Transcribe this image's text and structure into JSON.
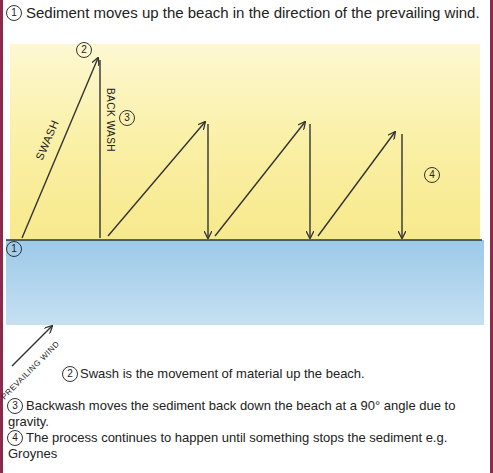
{
  "diagram": {
    "nodes": [
      {
        "text": [
          "1"
        ]
      },
      {
        "text": [
          "2"
        ]
      },
      {
        "text": [
          "3"
        ]
      },
      {
        "text": [
          "4"
        ]
      },
      {
        "text": [
          "1"
        ]
      },
      {
        "text": [
          "2"
        ]
      },
      {
        "text": [
          "3"
        ]
      },
      {
        "text": [
          "4"
        ]
      }
    ],
    "labels": [
      "Sediment moves up the beach in the direction of the prevailing wind.",
      "SWASH",
      "BACK WASH",
      "PREVAILING WIND",
      "Swash is the movement of material up the beach.",
      "Backwash moves the sediment back down the beach at a 90° angle due to gravity.",
      "The process continues to happen until something stops the sediment e.g. Groynes"
    ]
  }
}
